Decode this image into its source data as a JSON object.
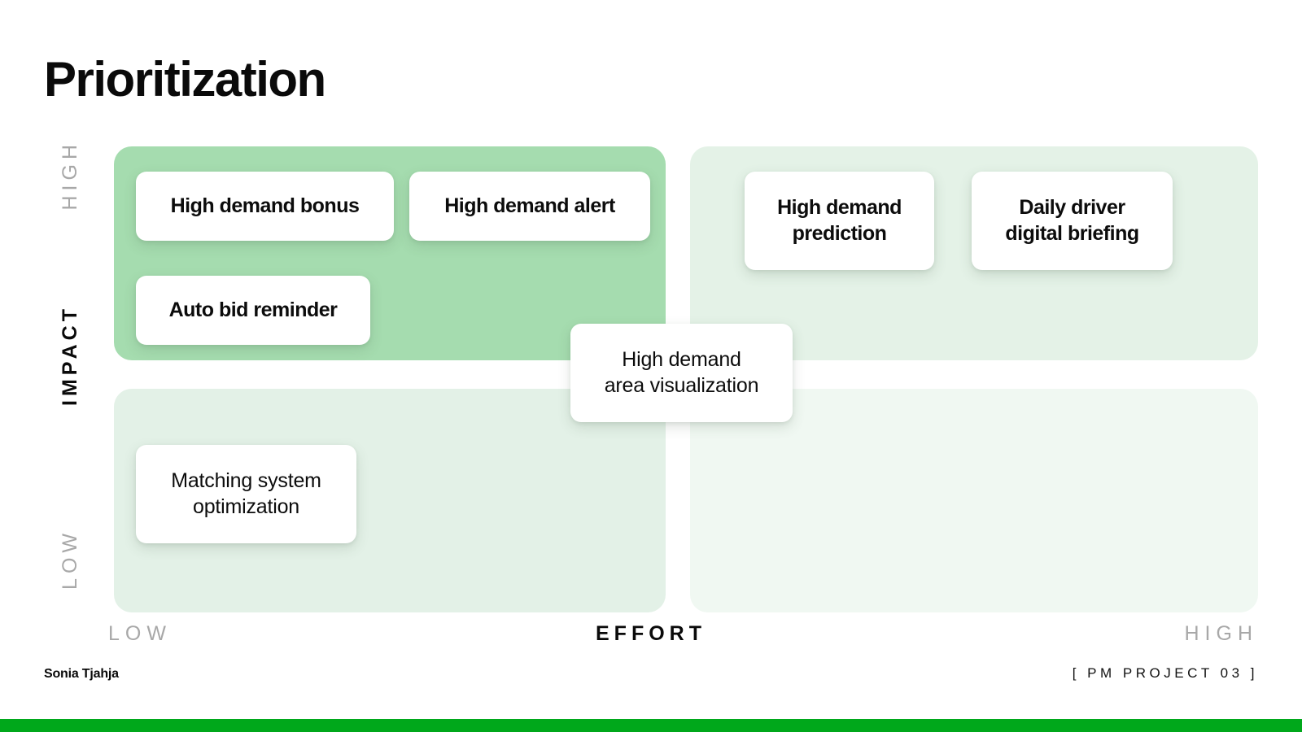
{
  "page": {
    "title": "Prioritization",
    "accent_color": "#00a81b",
    "background": "#ffffff"
  },
  "axes": {
    "y": {
      "title": "IMPACT",
      "high_label": "HIGH",
      "low_label": "LOW"
    },
    "x": {
      "title": "EFFORT",
      "low_label": "LOW",
      "high_label": "HIGH"
    }
  },
  "quadrants": [
    {
      "name": "low-effort-high-impact",
      "color": "#a5dcaf",
      "cards": [
        {
          "label": "High demand bonus",
          "weight": "bold"
        },
        {
          "label": "High demand alert",
          "weight": "bold"
        },
        {
          "label": "Auto bid reminder",
          "weight": "bold"
        }
      ]
    },
    {
      "name": "high-effort-high-impact",
      "color": "#e4f2e7",
      "cards": [
        {
          "label": "High demand prediction",
          "weight": "bold"
        },
        {
          "label": "Daily driver digital briefing",
          "weight": "bold"
        }
      ]
    },
    {
      "name": "low-effort-low-impact",
      "color": "#e3f1e7",
      "cards": [
        {
          "label": "Matching system optimization",
          "weight": "regular"
        }
      ]
    },
    {
      "name": "high-effort-low-impact",
      "color": "#f0f8f2",
      "cards": []
    }
  ],
  "center_card": {
    "line1": "High demand",
    "line2": "area visualization",
    "weight": "regular"
  },
  "cards": {
    "high_demand_bonus": "High demand bonus",
    "high_demand_alert": "High demand alert",
    "auto_bid_reminder": "Auto bid reminder",
    "high_demand_prediction_l1": "High demand",
    "high_demand_prediction_l2": "prediction",
    "daily_driver_l1": "Daily driver",
    "daily_driver_l2": "digital briefing",
    "matching_l1": "Matching system",
    "matching_l2": "optimization",
    "area_viz_l1": "High demand",
    "area_viz_l2": "area visualization"
  },
  "footer": {
    "author": "Sonia Tjahja",
    "project": "[ PM PROJECT 03 ]"
  },
  "chart_data": {
    "type": "scatter",
    "title": "Prioritization",
    "xlabel": "EFFORT",
    "ylabel": "IMPACT",
    "x_tick_labels": [
      "LOW",
      "HIGH"
    ],
    "y_tick_labels": [
      "LOW",
      "HIGH"
    ],
    "grid": false,
    "legend": "none",
    "quadrant_colors": [
      "#a5dcaf",
      "#e4f2e7",
      "#e3f1e7",
      "#f0f8f2"
    ],
    "items": [
      {
        "label": "High demand bonus",
        "effort": "low",
        "impact": "high",
        "quadrant": "low-effort-high-impact"
      },
      {
        "label": "High demand alert",
        "effort": "low",
        "impact": "high",
        "quadrant": "low-effort-high-impact"
      },
      {
        "label": "Auto bid reminder",
        "effort": "low",
        "impact": "high",
        "quadrant": "low-effort-high-impact"
      },
      {
        "label": "High demand prediction",
        "effort": "high",
        "impact": "high",
        "quadrant": "high-effort-high-impact"
      },
      {
        "label": "Daily driver digital briefing",
        "effort": "high",
        "impact": "high",
        "quadrant": "high-effort-high-impact"
      },
      {
        "label": "High demand area visualization",
        "effort": "medium",
        "impact": "medium",
        "quadrant": "center"
      },
      {
        "label": "Matching system optimization",
        "effort": "low",
        "impact": "low",
        "quadrant": "low-effort-low-impact"
      }
    ]
  }
}
